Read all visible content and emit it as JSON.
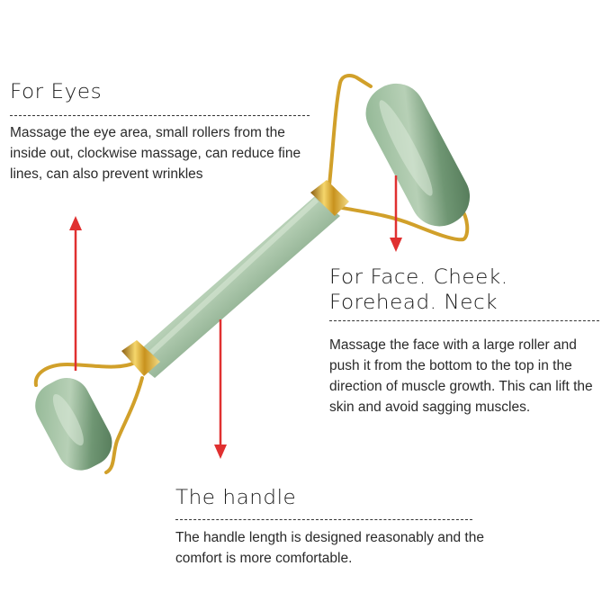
{
  "sections": {
    "eyes": {
      "heading": "For Eyes",
      "body": "Massage the eye area, small rollers from the inside out, clockwise massage, can reduce fine lines, can also prevent wrinkles"
    },
    "face": {
      "heading_line1": "For Face. Cheek.",
      "heading_line2": "Forehead. Neck",
      "body": "Massage the face with a large roller and push it from the bottom to the top in the direction of muscle growth. This can lift the skin and avoid sagging muscles."
    },
    "handle": {
      "heading": "The handle",
      "body": "The handle length is designed reasonably and the comfort is more comfortable."
    }
  },
  "colors": {
    "jade": "#7a9e7e",
    "jade_dark": "#5b7f60",
    "gold": "#d4a72c",
    "arrow": "#e03030"
  }
}
